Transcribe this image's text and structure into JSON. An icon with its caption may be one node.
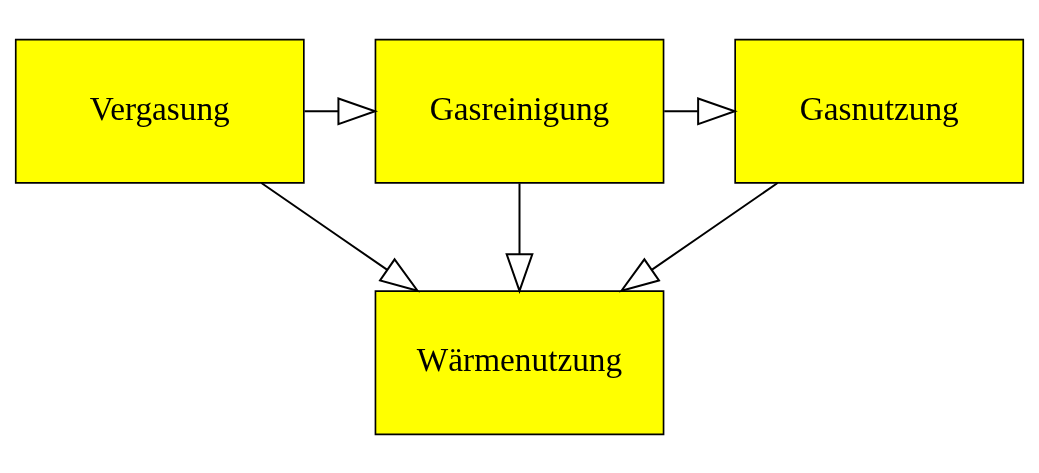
{
  "diagram": {
    "nodes": [
      {
        "text": [
          "Vergasung"
        ]
      },
      {
        "text": [
          "Gasreinigung"
        ]
      },
      {
        "text": [
          "Gasnutzung"
        ]
      },
      {
        "text": [
          "Wärmenutzung"
        ]
      }
    ],
    "edges": [
      {
        "from": 0,
        "to": 1,
        "arrow": "to"
      },
      {
        "from": 1,
        "to": 2,
        "arrow": "to"
      },
      {
        "from": 0,
        "to": 3,
        "arrow": "to"
      },
      {
        "from": 1,
        "to": 3,
        "arrow": "to"
      },
      {
        "from": 2,
        "to": 3,
        "arrow": "to"
      }
    ]
  }
}
